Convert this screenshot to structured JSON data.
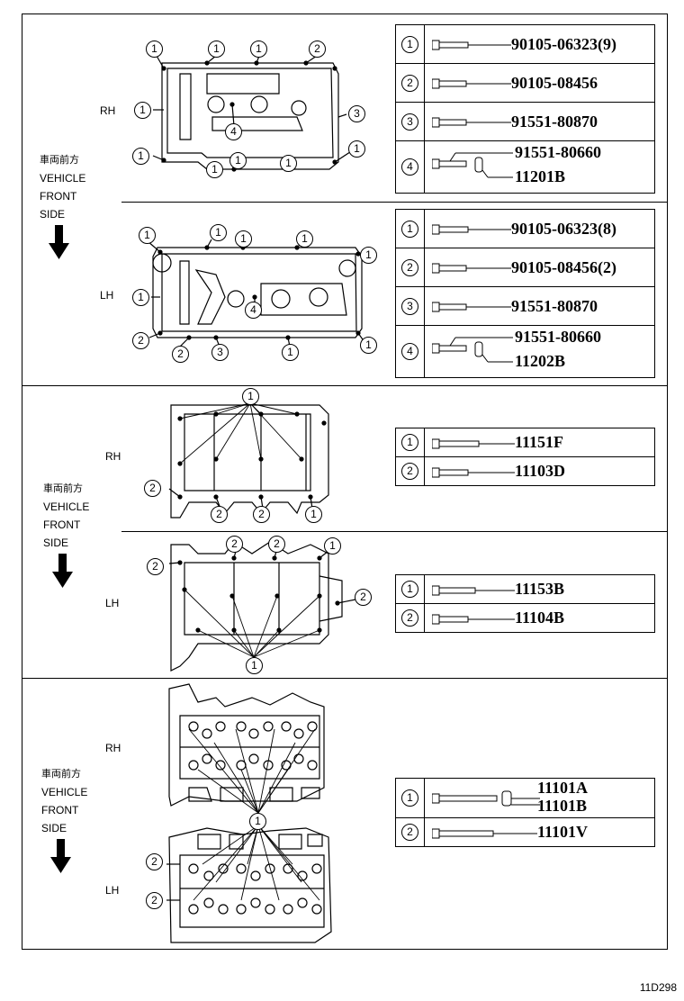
{
  "direction_label": {
    "cjk": "車両前方",
    "line1": "VEHICLE",
    "line2": "FRONT",
    "line3": "SIDE"
  },
  "side_labels": {
    "rh": "RH",
    "lh": "LH"
  },
  "callouts": [
    "1",
    "2",
    "3",
    "4"
  ],
  "sections": {
    "cam_cover_rh": [
      {
        "ref": "1",
        "parts": [
          "90105-06323(9)"
        ]
      },
      {
        "ref": "2",
        "parts": [
          "90105-08456"
        ]
      },
      {
        "ref": "3",
        "parts": [
          "91551-80870"
        ]
      },
      {
        "ref": "4",
        "parts": [
          "91551-80660",
          "11201B"
        ]
      }
    ],
    "cam_cover_lh": [
      {
        "ref": "1",
        "parts": [
          "90105-06323(8)"
        ]
      },
      {
        "ref": "2",
        "parts": [
          "90105-08456(2)"
        ]
      },
      {
        "ref": "3",
        "parts": [
          "91551-80870"
        ]
      },
      {
        "ref": "4",
        "parts": [
          "91551-80660",
          "11202B"
        ]
      }
    ],
    "housing_rh": [
      {
        "ref": "1",
        "parts": [
          "11151F"
        ]
      },
      {
        "ref": "2",
        "parts": [
          "11103D"
        ]
      }
    ],
    "housing_lh": [
      {
        "ref": "1",
        "parts": [
          "11153B"
        ]
      },
      {
        "ref": "2",
        "parts": [
          "11104B"
        ]
      }
    ],
    "head": [
      {
        "ref": "1",
        "parts": [
          "11101A",
          "11101B"
        ]
      },
      {
        "ref": "2",
        "parts": [
          "11101V"
        ]
      }
    ]
  },
  "footer_code": "11D298"
}
